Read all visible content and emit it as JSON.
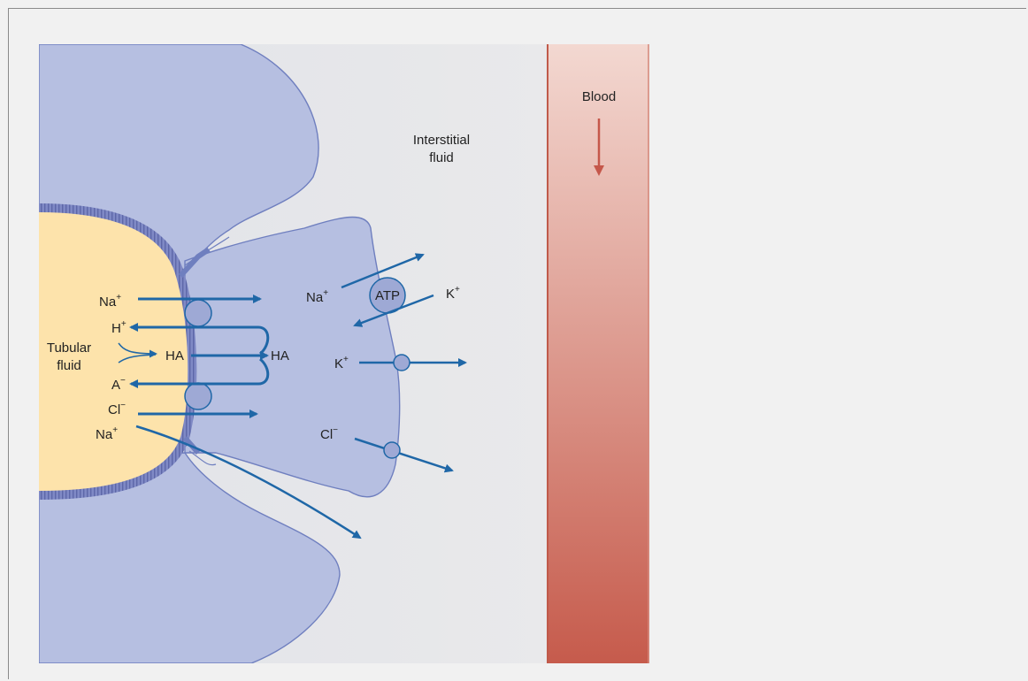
{
  "labels": {
    "blood": "Blood",
    "interstitial_line1": "Interstitial",
    "interstitial_line2": "fluid",
    "tubular_line1": "Tubular",
    "tubular_line2": "fluid",
    "atp": "ATP"
  },
  "ions": {
    "na": "Na",
    "h": "H",
    "ha": "HA",
    "a": "A",
    "cl": "Cl",
    "k": "K",
    "plus": "+",
    "minus": "−"
  },
  "colors": {
    "cell": "#b5bfe0",
    "tubular_fluid": "#fde3ab",
    "interstitial": "#e6e7ea",
    "arrow": "#1f67a7",
    "blood_top": "#f3d6cf",
    "blood_bottom": "#c65a4b",
    "membrane": "#7c86c2"
  }
}
